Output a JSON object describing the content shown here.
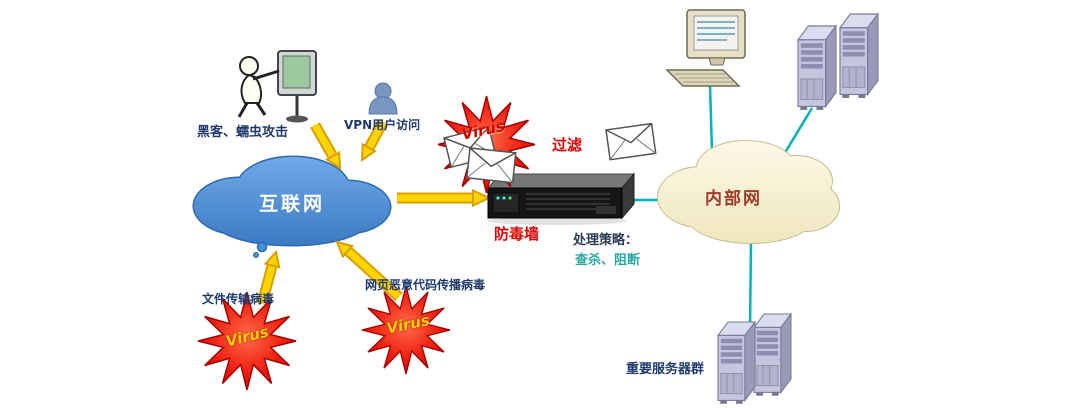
{
  "labels": {
    "hacker_attack": "黑客、蠕虫攻击",
    "vpn_user": "VPN用户访问",
    "internet": "互联网",
    "virus_top": "Virus",
    "filter": "过滤",
    "antivirus_wall": "防毒墙",
    "strategy_title": "处理策略：",
    "strategy_actions": "查杀、阻断",
    "intranet": "内部网",
    "file_virus": "文件传输病毒",
    "web_virus": "网页恶意代码传播病毒",
    "virus_left": "Virus",
    "virus_middle": "Virus",
    "server_group": "重要服务器群"
  },
  "icons": {
    "hacker": "hacker-at-computer-icon",
    "vpn": "vpn-user-icon",
    "internet": "internet-cloud",
    "intranet": "intranet-cloud",
    "virus": "virus-burst-icon",
    "mail": "envelope-icon",
    "firewall": "firewall-appliance-icon",
    "desktop": "desktop-computer-icon",
    "servers": "server-tower-icon"
  },
  "colors": {
    "internet_cloud_fill": "#4a8fd8",
    "internet_cloud_edge": "#2e6cb0",
    "intranet_cloud_fill": "#f8f3d6",
    "intranet_cloud_edge": "#c9bd92",
    "arrow_yellow": "#ffd400",
    "arrow_edge": "#d99e00",
    "virus_burst_red": "#e8150c",
    "teal_line": "#00b3b8",
    "label_navy": "#1f3a6e",
    "label_red": "#e60000",
    "label_teal": "#2aa7a0",
    "intranet_text": "#a03a2a",
    "virus_text_yellow": "#ffcf00",
    "virus_text_red": "#d40000"
  }
}
